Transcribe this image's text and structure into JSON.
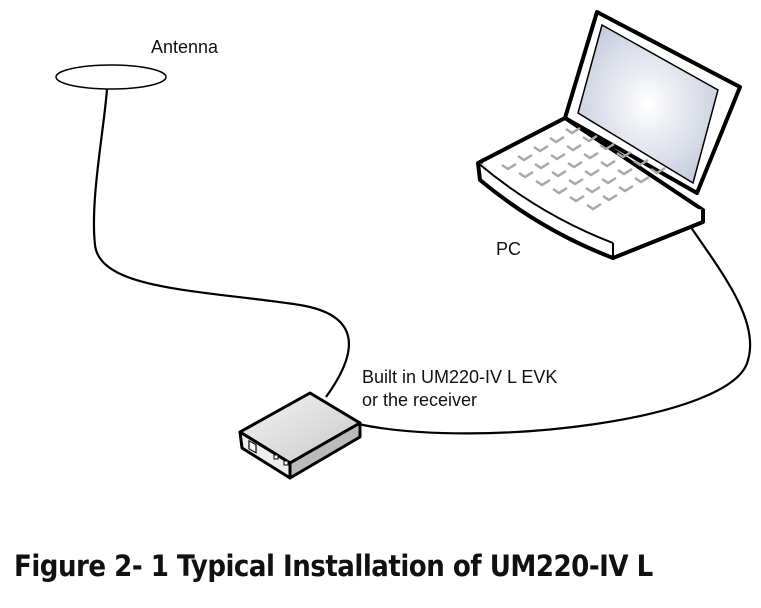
{
  "labels": {
    "antenna": "Antenna",
    "pc": "PC",
    "receiver_line1": "Built in UM220-IV L EVK",
    "receiver_line2": "or the receiver"
  },
  "caption": "Figure 2- 1 Typical Installation of UM220-IV L",
  "colors": {
    "line": "#000000",
    "screen": "#c9d0e0",
    "keys": "#a8a8a8",
    "device": "#e0e0e0"
  }
}
